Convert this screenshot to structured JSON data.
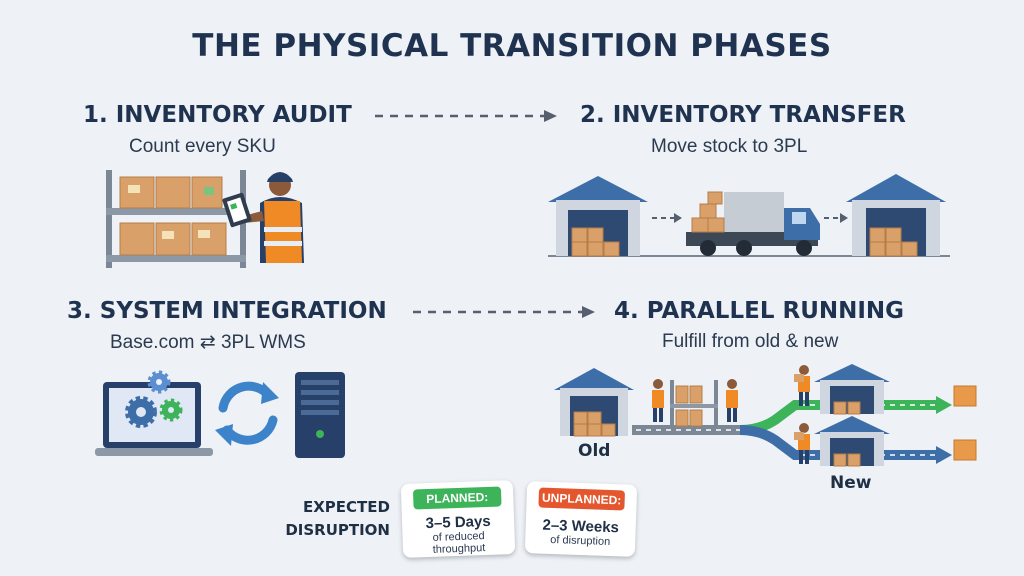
{
  "title": "THE PHYSICAL TRANSITION PHASES",
  "phases": [
    {
      "title": "1. INVENTORY AUDIT",
      "subtitle": "Count every SKU"
    },
    {
      "title": "2. INVENTORY TRANSFER",
      "subtitle": "Move stock to 3PL"
    },
    {
      "title": "3. SYSTEM INTEGRATION",
      "subtitle": "Base.com ⇄ 3PL WMS"
    },
    {
      "title": "4. PARALLEL RUNNING",
      "subtitle": "Fulfill from old & new"
    }
  ],
  "parallel_labels": {
    "old": "Old",
    "new": "New"
  },
  "disruption": {
    "label_line1": "EXPECTED",
    "label_line2": "DISRUPTION",
    "planned": {
      "tag": "PLANNED:",
      "value": "3–5 Days",
      "desc_line1": "of reduced",
      "desc_line2": "throughput",
      "color": "#3db35a"
    },
    "unplanned": {
      "tag": "UNPLANNED:",
      "value": "2–3 Weeks",
      "desc_line1": "of disruption",
      "color": "#e4572e"
    }
  },
  "colors": {
    "navy": "#1f3350",
    "box": "#d9a06a",
    "door": "#3d6ea8",
    "green": "#3db35a",
    "vest": "#f08a24"
  },
  "icons": [
    "warehouse-icon",
    "truck-icon",
    "worker-icon",
    "gear-icon",
    "sync-icon",
    "server-icon",
    "laptop-icon",
    "shelf-icon",
    "box-icon"
  ]
}
